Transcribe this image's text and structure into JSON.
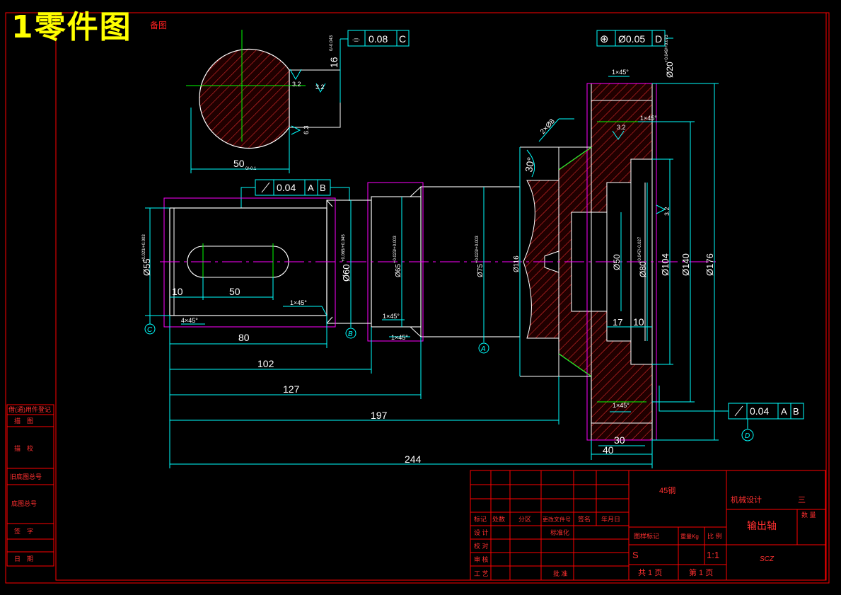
{
  "title": "1零件图",
  "title_tag": "备图",
  "colors": {
    "background": "#000000",
    "frame": "#ff0000",
    "outline": "#ffffff",
    "dimension": "#00ffff",
    "center": "#ff00ff",
    "hatch": "#ff3030",
    "section": "#00ff00",
    "title_text": "#ffff00"
  },
  "tolerance_frames": {
    "flatness": {
      "symbol": "⌯",
      "value": "0.08",
      "datum": "C"
    },
    "position": {
      "symbol": "⊕",
      "value": "Ø0.05",
      "datum": "D"
    },
    "runout_top": {
      "value": "0.04",
      "datum1": "A",
      "datum2": "B"
    },
    "runout_right": {
      "value": "0.04",
      "datum1": "A",
      "datum2": "B"
    }
  },
  "section": {
    "keyway_depth": "16",
    "keyway_depth_tol": "0/-0.043",
    "width": "50",
    "width_tol": "0/-0.1",
    "rough1": "3.2",
    "rough2": "3.2",
    "rough3": "6.3"
  },
  "dims": {
    "d55": "Ø55",
    "d55_tol": "+0.023/+0.003",
    "d60": "Ø60",
    "d60_tol": "+0.065/+0.045",
    "d65": "Ø65",
    "d65_tol": "+0.023/+0.003",
    "d75": "Ø75",
    "d75_tol": "+0.023/+0.003",
    "d116": "Ø116",
    "d50": "Ø50",
    "d80": "Ø80",
    "d80_tol": "+0.047/-0.027",
    "d104": "Ø104",
    "d140": "Ø140",
    "d176": "Ø176",
    "d20": "Ø20",
    "d20_tol": "+0.049/+0.073",
    "key_offset": "10",
    "key_length": "50",
    "len80": "80",
    "len102": "102",
    "len127": "127",
    "len197": "197",
    "len244": "244",
    "len40": "40",
    "len30": "30",
    "len17": "17",
    "len10": "10",
    "angle30": "30°",
    "chamfer_hole": "2×Ø8",
    "chamfer_4x45": "4×45°",
    "chamfer_1x45": "1×45°",
    "rough_32": "3.2",
    "datum_a": "A",
    "datum_b": "B",
    "datum_c": "C",
    "datum_d": "D"
  },
  "left_column": [
    "借(通)用件登记",
    "描　图",
    "描　校",
    "旧底图总号",
    "底图总号",
    "签　字",
    "日　期"
  ],
  "title_block": {
    "material": "45钢",
    "company": "机械设计",
    "project_no": "三",
    "part_name": "输出轴",
    "qty_label": "数 量",
    "author_code": "SCZ",
    "h_mark": "标记",
    "h_count": "处数",
    "h_zone": "分区",
    "h_change": "更改文件号",
    "h_sign": "签名",
    "h_date": "年月日",
    "designer": "设 计",
    "standard": "标准化",
    "checker": "校 对",
    "reviewer": "审 核",
    "process": "工 艺",
    "approve": "批 准",
    "stage_label": "图样标记",
    "weight_label": "重量Kg",
    "scale_label": "比 例",
    "stage": "S",
    "scale": "1:1",
    "sheets_total": "共 1 页",
    "sheet_no": "第 1 页"
  }
}
